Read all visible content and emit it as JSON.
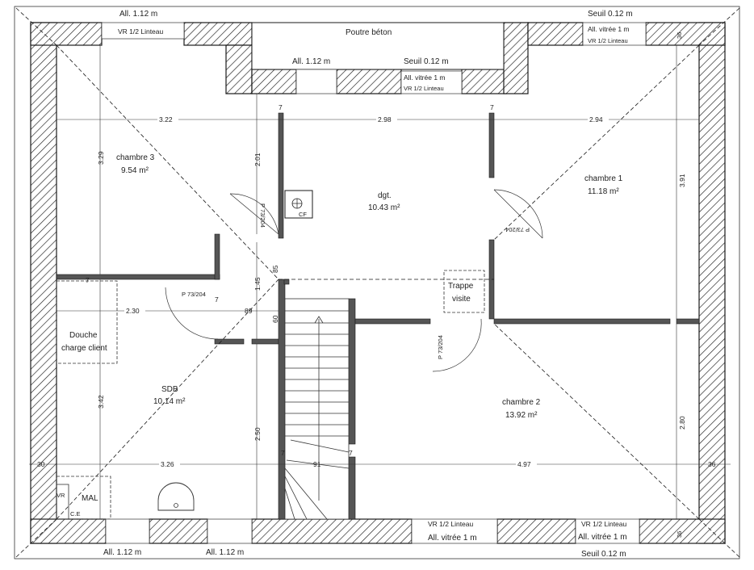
{
  "colors": {
    "wall_fill": "#555555",
    "wall_line": "#1a1a1a",
    "hatch": "#1a1a1a",
    "background": "#ffffff"
  },
  "top_labels": {
    "all_left": "All. 1.12 m",
    "lintel_left": "VR 1/2 Linteau",
    "poutre": "Poutre béton",
    "all_mid": "All. 1.12 m",
    "seuil_mid": "Seuil 0.12 m",
    "vitree_mid": "All. vitrée 1 m",
    "lintel_mid": "VR 1/2 Linteau",
    "seuil_right": "Seuil 0.12 m",
    "vitree_right": "All. vitrée 1 m",
    "lintel_right": "VR 1/2 Linteau"
  },
  "bottom_labels": {
    "all_1": "All. 1.12 m",
    "all_2": "All. 1.12 m",
    "lintel_mid": "VR 1/2 Linteau",
    "vitree_mid": "All. vitrée 1 m",
    "lintel_right": "VR 1/2 Linteau",
    "vitree_right": "All. vitrée 1 m",
    "seuil_right": "Seuil 0.12 m"
  },
  "rooms": {
    "chambre3": {
      "name": "chambre 3",
      "area": "9.54 m²"
    },
    "dgt": {
      "name": "dgt.",
      "area": "10.43 m²"
    },
    "chambre1": {
      "name": "chambre 1",
      "area": "11.18 m²"
    },
    "chambre2": {
      "name": "chambre 2",
      "area": "13.92 m²"
    },
    "sdb": {
      "name": "SDB",
      "area": "10.14 m²"
    }
  },
  "fixtures": {
    "douche_1": "Douche",
    "douche_2": "charge client",
    "trappe_1": "Trappe",
    "trappe_2": "visite",
    "mal": "MAL",
    "vr": "VR",
    "ce": "C.E",
    "cf": "CF"
  },
  "doors": {
    "d1": "P 73/204",
    "d2": "P 73/204",
    "d3": "P 73/204",
    "d4": "P 73/204"
  },
  "dims": {
    "d322": "3.22",
    "d298": "2.98",
    "d294": "2.94",
    "d329": "3.29",
    "d201": "2.01",
    "d391": "3.91",
    "d7a": "7",
    "d7b": "7",
    "d7c": "7",
    "d7d": "7",
    "d7e": "7",
    "d7f": "7",
    "d85": "85",
    "d145": "1.45",
    "d89": "89",
    "d60": "60",
    "d230": "2.30",
    "d342": "3.42",
    "d250": "2.50",
    "d280": "2.80",
    "d326": "3.26",
    "d91": "91",
    "d497": "4.97",
    "d30": "30",
    "d36a": "36",
    "d36b": "36",
    "d36c": "36"
  }
}
